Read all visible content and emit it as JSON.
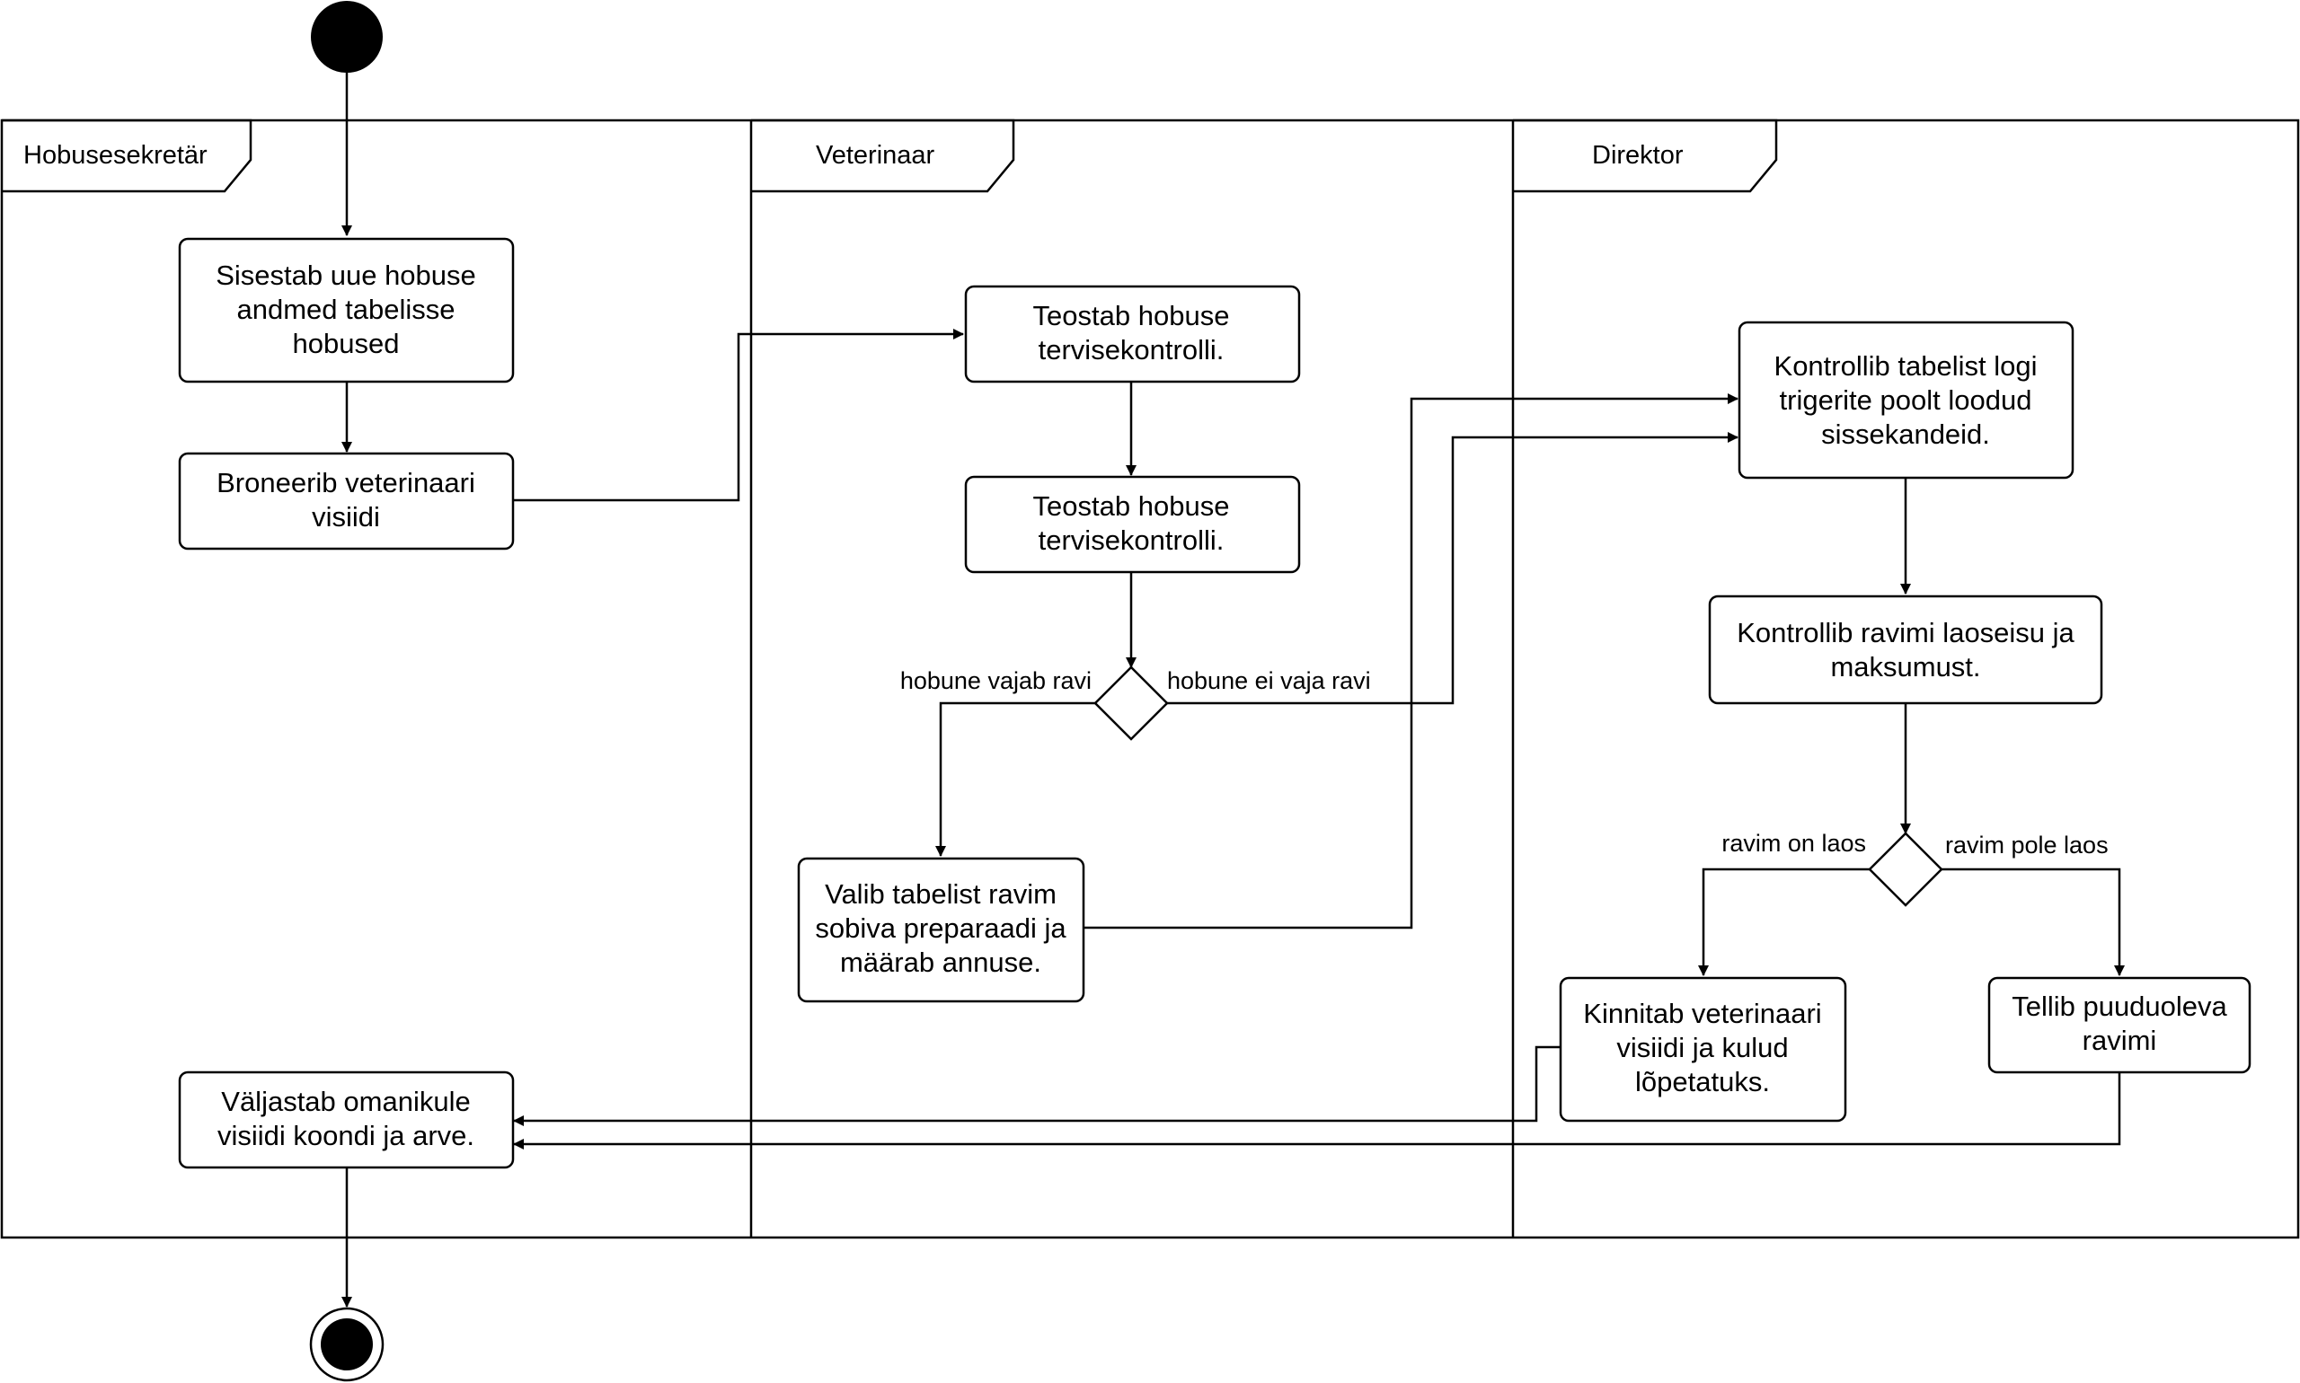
{
  "lanes": [
    {
      "id": "secretary",
      "title": "Hobusesekretär"
    },
    {
      "id": "vet",
      "title": "Veterinaar"
    },
    {
      "id": "director",
      "title": "Direktor"
    }
  ],
  "nodes": {
    "enter_data": [
      "Sisestab uue hobuse",
      "andmed tabelisse",
      "hobused"
    ],
    "book_visit": [
      "Broneerib veterinaari",
      "visiidi"
    ],
    "check1": [
      "Teostab hobuse",
      "tervisekontrolli."
    ],
    "check2": [
      "Teostab hobuse",
      "tervisekontrolli."
    ],
    "choose_med": [
      "Valib tabelist ravim",
      "sobiva preparaadi ja",
      "määrab annuse."
    ],
    "check_log": [
      "Kontrollib tabelist logi",
      "trigerite poolt loodud",
      "sissekandeid."
    ],
    "check_stock": [
      "Kontrollib ravimi laoseisu ja",
      "maksumust."
    ],
    "confirm": [
      "Kinnitab veterinaari",
      "visiidi ja kulud",
      "lõpetatuks."
    ],
    "order": [
      "Tellib puuduoleva",
      "ravimi"
    ],
    "invoice": [
      "Väljastab omanikule",
      "visiidi koondi ja arve."
    ]
  },
  "edge_labels": {
    "needs_treatment": "hobune vajab ravi",
    "no_treatment": "hobune ei vaja ravi",
    "in_stock": "ravim on laos",
    "not_in_stock": "ravim pole laos"
  },
  "colors": {
    "stroke": "#000000",
    "background": "#ffffff"
  }
}
